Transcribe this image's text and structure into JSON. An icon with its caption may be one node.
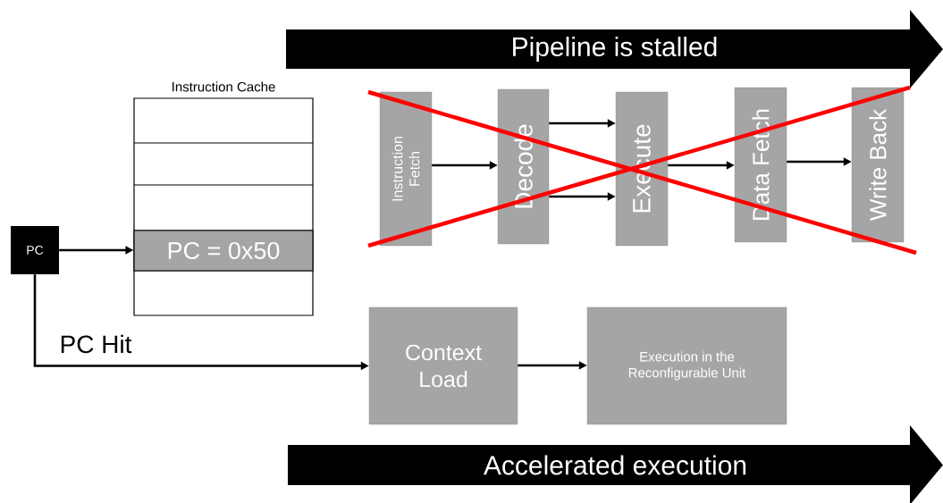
{
  "diagram": {
    "nodes": [
      {
        "text": [
          "Pipeline is stalled"
        ]
      },
      {
        "text": [
          "Instruction Cache"
        ]
      },
      {
        "text": [
          "PC = 0x50"
        ],
        "in": 1
      },
      {
        "text": [
          "PC"
        ]
      },
      {
        "text": [
          "Instruction Fetch"
        ]
      },
      {
        "text": [
          "Decode"
        ]
      },
      {
        "text": [
          "Execute"
        ]
      },
      {
        "text": [
          "Data Fetch"
        ]
      },
      {
        "text": [
          "Write Back"
        ]
      },
      {
        "text": [
          "Context Load"
        ]
      },
      {
        "text": [
          "Execution in the Reconfigurable Unit"
        ]
      },
      {
        "text": [
          "Accelerated execution"
        ]
      }
    ],
    "edges": [
      {
        "from": 3,
        "to": 2,
        "arrow": "to"
      },
      {
        "from": 3,
        "to": 9,
        "arrow": "to",
        "label": "PC Hit"
      },
      {
        "from": 4,
        "to": 5,
        "arrow": "to"
      },
      {
        "from": 5,
        "to": 6,
        "arrow": "to"
      },
      {
        "from": 5,
        "to": 6,
        "arrow": "to"
      },
      {
        "from": 6,
        "to": 7,
        "arrow": "to"
      },
      {
        "from": 7,
        "to": 8,
        "arrow": "to"
      },
      {
        "from": 9,
        "to": 10,
        "arrow": "to"
      }
    ]
  }
}
